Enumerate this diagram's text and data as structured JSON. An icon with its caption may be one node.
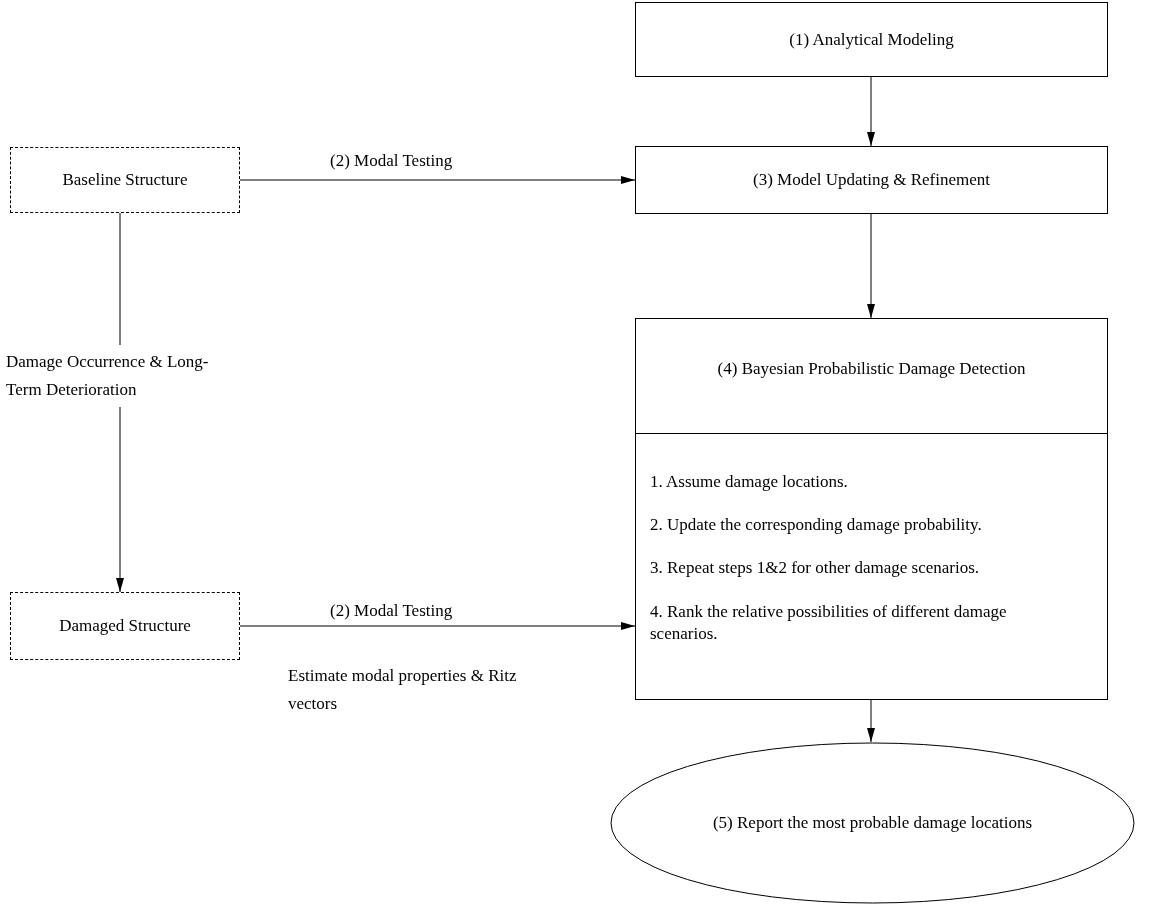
{
  "diagram": {
    "nodes": [
      {
        "text": [
          "(1) Analytical Modeling"
        ]
      },
      {
        "text": [
          "Baseline Structure"
        ]
      },
      {
        "text": [
          "(3) Model Updating & Refinement"
        ]
      },
      {
        "text": [
          "Damaged Structure"
        ]
      },
      {
        "text": [
          "(4) Bayesian Probabilistic Damage Detection",
          "1. Assume damage locations.",
          "2. Update the corresponding damage probability.",
          "3. Repeat steps 1&2 for other damage scenarios.",
          "4. Rank the relative possibilities of different damage scenarios."
        ]
      },
      {
        "text": [
          "(5) Report the most probable damage locations"
        ]
      }
    ],
    "edges": [
      {
        "from": 0,
        "to": 2,
        "arrow": "to"
      },
      {
        "from": 1,
        "to": 2,
        "arrow": "to",
        "label": "(2) Modal Testing"
      },
      {
        "from": 2,
        "to": 4,
        "arrow": "to"
      },
      {
        "from": 1,
        "to": 3,
        "arrow": "to",
        "label": "Damage Occurrence & Long-Term Deterioration"
      },
      {
        "from": 3,
        "to": 4,
        "arrow": "to",
        "label": "(2) Modal Testing"
      },
      {
        "from": 4,
        "to": 5,
        "arrow": "to"
      }
    ],
    "labels": [
      "Estimate modal properties & Ritz vectors"
    ]
  }
}
